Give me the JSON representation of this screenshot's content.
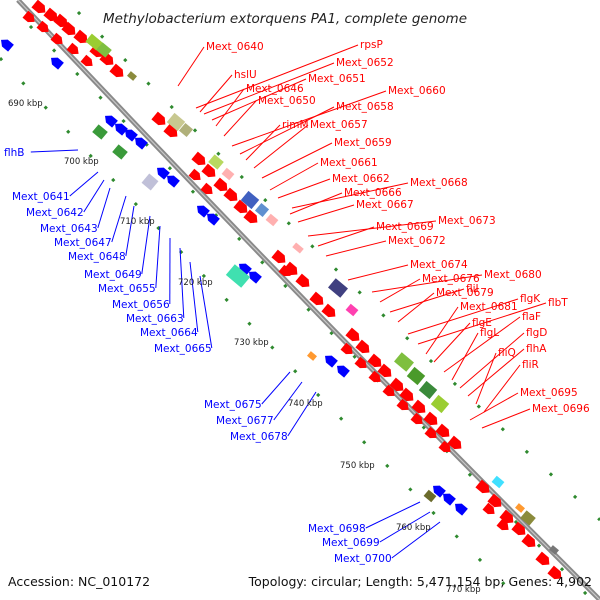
{
  "title": "Methylobacterium extorquens PA1, complete genome",
  "footer": {
    "accession": "Accession: NC_010172",
    "summary": "Topology: circular; Length: 5,471,154 bp; Genes: 4,902"
  },
  "colors": {
    "forward": "#ff0000",
    "reverse": "#0000ff",
    "backbone": "#8a8a8a",
    "tick_dots": "#2f8a2f"
  },
  "kbp_ticks": [
    "690 kbp",
    "700 kbp",
    "710 kbp",
    "720 kbp",
    "730 kbp",
    "740 kbp",
    "750 kbp",
    "760 kbp",
    "770 kbp"
  ],
  "reverse_labels": [
    "flhB",
    "Mext_0641",
    "Mext_0642",
    "Mext_0643",
    "Mext_0647",
    "Mext_0648",
    "Mext_0649",
    "Mext_0655",
    "Mext_0656",
    "Mext_0663",
    "Mext_0664",
    "Mext_0665",
    "Mext_0675",
    "Mext_0677",
    "Mext_0678",
    "Mext_0698",
    "Mext_0699",
    "Mext_0700"
  ],
  "forward_labels": [
    "Mext_0640",
    "rpsP",
    "Mext_0652",
    "hslU",
    "Mext_0651",
    "Mext_0646",
    "Mext_0650",
    "Mext_0660",
    "Mext_0658",
    "rimM",
    "Mext_0657",
    "Mext_0659",
    "Mext_0661",
    "Mext_0662",
    "Mext_0668",
    "Mext_0666",
    "Mext_0667",
    "Mext_0673",
    "Mext_0669",
    "Mext_0672",
    "Mext_0674",
    "Mext_0680",
    "Mext_0676",
    "fliI",
    "Mext_0679",
    "flgK",
    "flbT",
    "Mext_0681",
    "flgE",
    "flaF",
    "flgL",
    "flgD",
    "flhA",
    "fliQ",
    "fliR",
    "Mext_0695",
    "Mext_0696"
  ]
}
